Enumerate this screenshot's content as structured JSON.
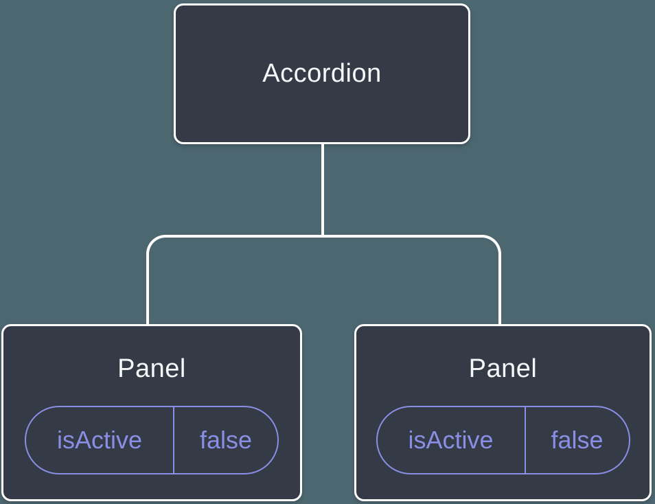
{
  "diagram": {
    "colors": {
      "background": "#4d6770",
      "node_fill": "#343a46",
      "node_border": "#ffffff",
      "node_text": "#f6f7f9",
      "state_accent": "#898fe4"
    },
    "root": {
      "label": "Accordion"
    },
    "children": [
      {
        "label": "Panel",
        "state": {
          "name": "isActive",
          "value": "false"
        }
      },
      {
        "label": "Panel",
        "state": {
          "name": "isActive",
          "value": "false"
        }
      }
    ]
  }
}
